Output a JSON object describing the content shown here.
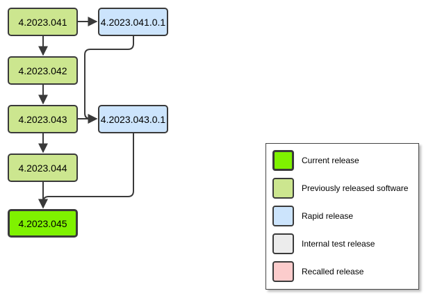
{
  "nodes": {
    "n041": {
      "label": "4.2023.041"
    },
    "n0410": {
      "label": "4.2023.041.0.1"
    },
    "n042": {
      "label": "4.2023.042"
    },
    "n043": {
      "label": "4.2023.043"
    },
    "n0430": {
      "label": "4.2023.043.0.1"
    },
    "n044": {
      "label": "4.2023.044"
    },
    "n045": {
      "label": "4.2023.045"
    }
  },
  "edges": [
    {
      "from": "4.2023.041",
      "to": "4.2023.041.0.1"
    },
    {
      "from": "4.2023.041",
      "to": "4.2023.042"
    },
    {
      "from": "4.2023.041.0.1",
      "to": "4.2023.043.0.1"
    },
    {
      "from": "4.2023.042",
      "to": "4.2023.043"
    },
    {
      "from": "4.2023.043",
      "to": "4.2023.043.0.1"
    },
    {
      "from": "4.2023.043",
      "to": "4.2023.044"
    },
    {
      "from": "4.2023.044",
      "to": "4.2023.045"
    },
    {
      "from": "4.2023.043.0.1",
      "to": "4.2023.045"
    }
  ],
  "legend": {
    "items": [
      {
        "label": "Current release",
        "color": "#7ff200"
      },
      {
        "label": "Previously released software",
        "color": "#cce68f"
      },
      {
        "label": "Rapid release",
        "color": "#cce4fc"
      },
      {
        "label": "Internal test release",
        "color": "#ececec"
      },
      {
        "label": "Recalled release",
        "color": "#fccccc"
      }
    ]
  },
  "colors": {
    "current": "#7ff200",
    "previous": "#cce68f",
    "rapid": "#cce4fc",
    "internal_test": "#ececec",
    "recalled": "#fccccc",
    "edge": "#3a3a3a"
  }
}
